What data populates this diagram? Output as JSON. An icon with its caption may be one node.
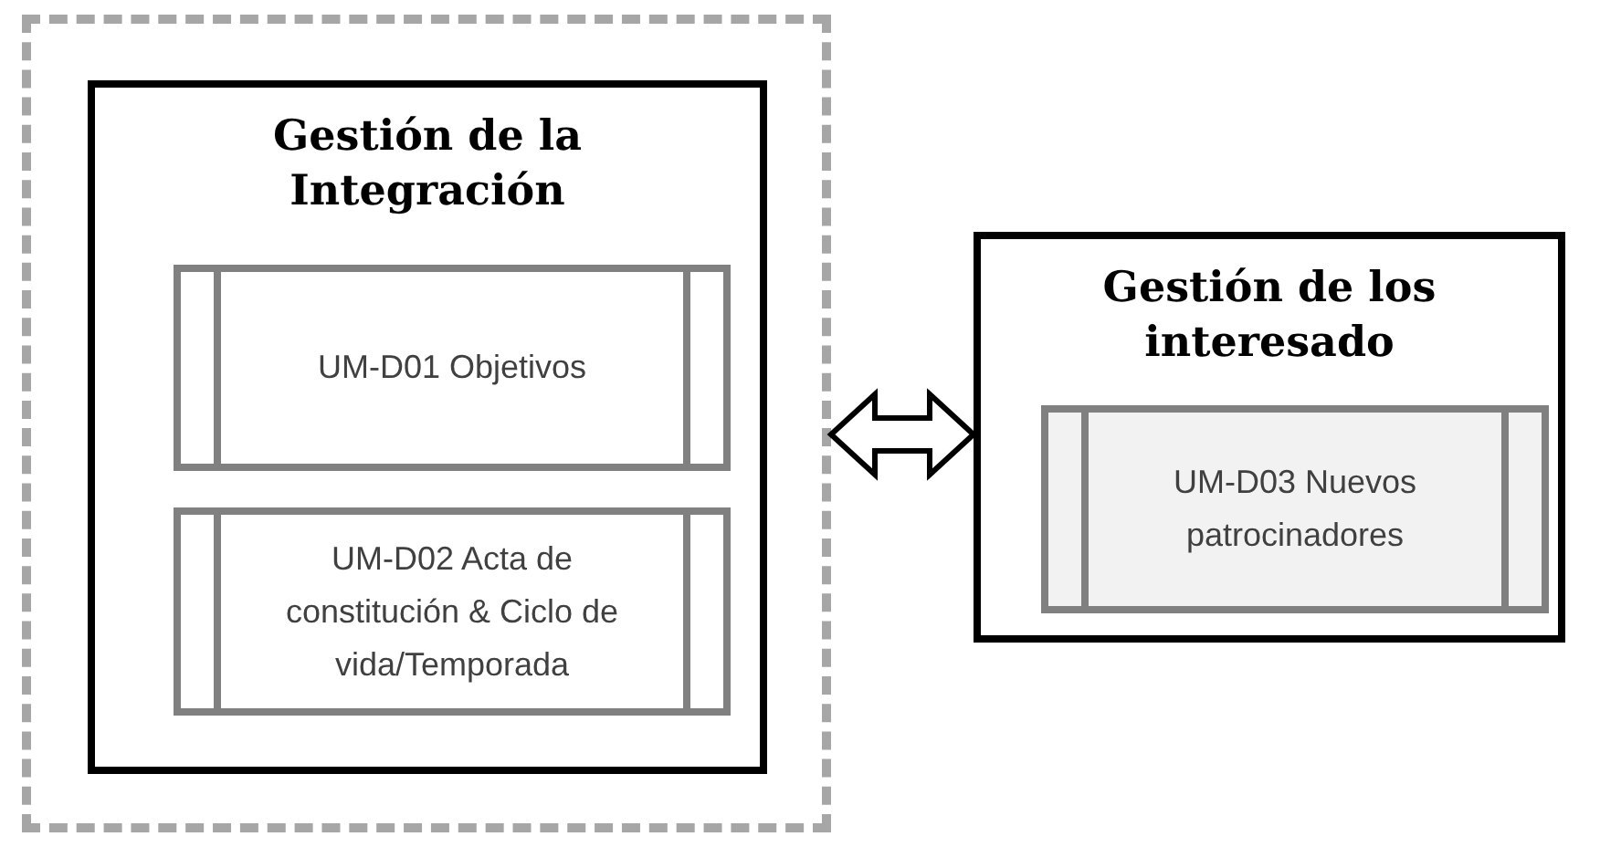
{
  "diagram": {
    "nodes": [
      {
        "text": [],
        "shape": "box"
      },
      {
        "text": [
          "Gestión de la Integración"
        ],
        "in": 0
      },
      {
        "text": [
          "UM-D01 Objetivos"
        ],
        "in": 1
      },
      {
        "text": [
          "UM-D02 Acta de constitución & Ciclo de vida/Temporada"
        ],
        "in": 1
      },
      {
        "text": [
          "Gestión de los interesado"
        ]
      },
      {
        "text": [
          "UM-D03 Nuevos patrocinadores"
        ],
        "in": 4
      }
    ],
    "edges": [
      {
        "from": 0,
        "to": 4,
        "arrow": "both"
      }
    ]
  }
}
